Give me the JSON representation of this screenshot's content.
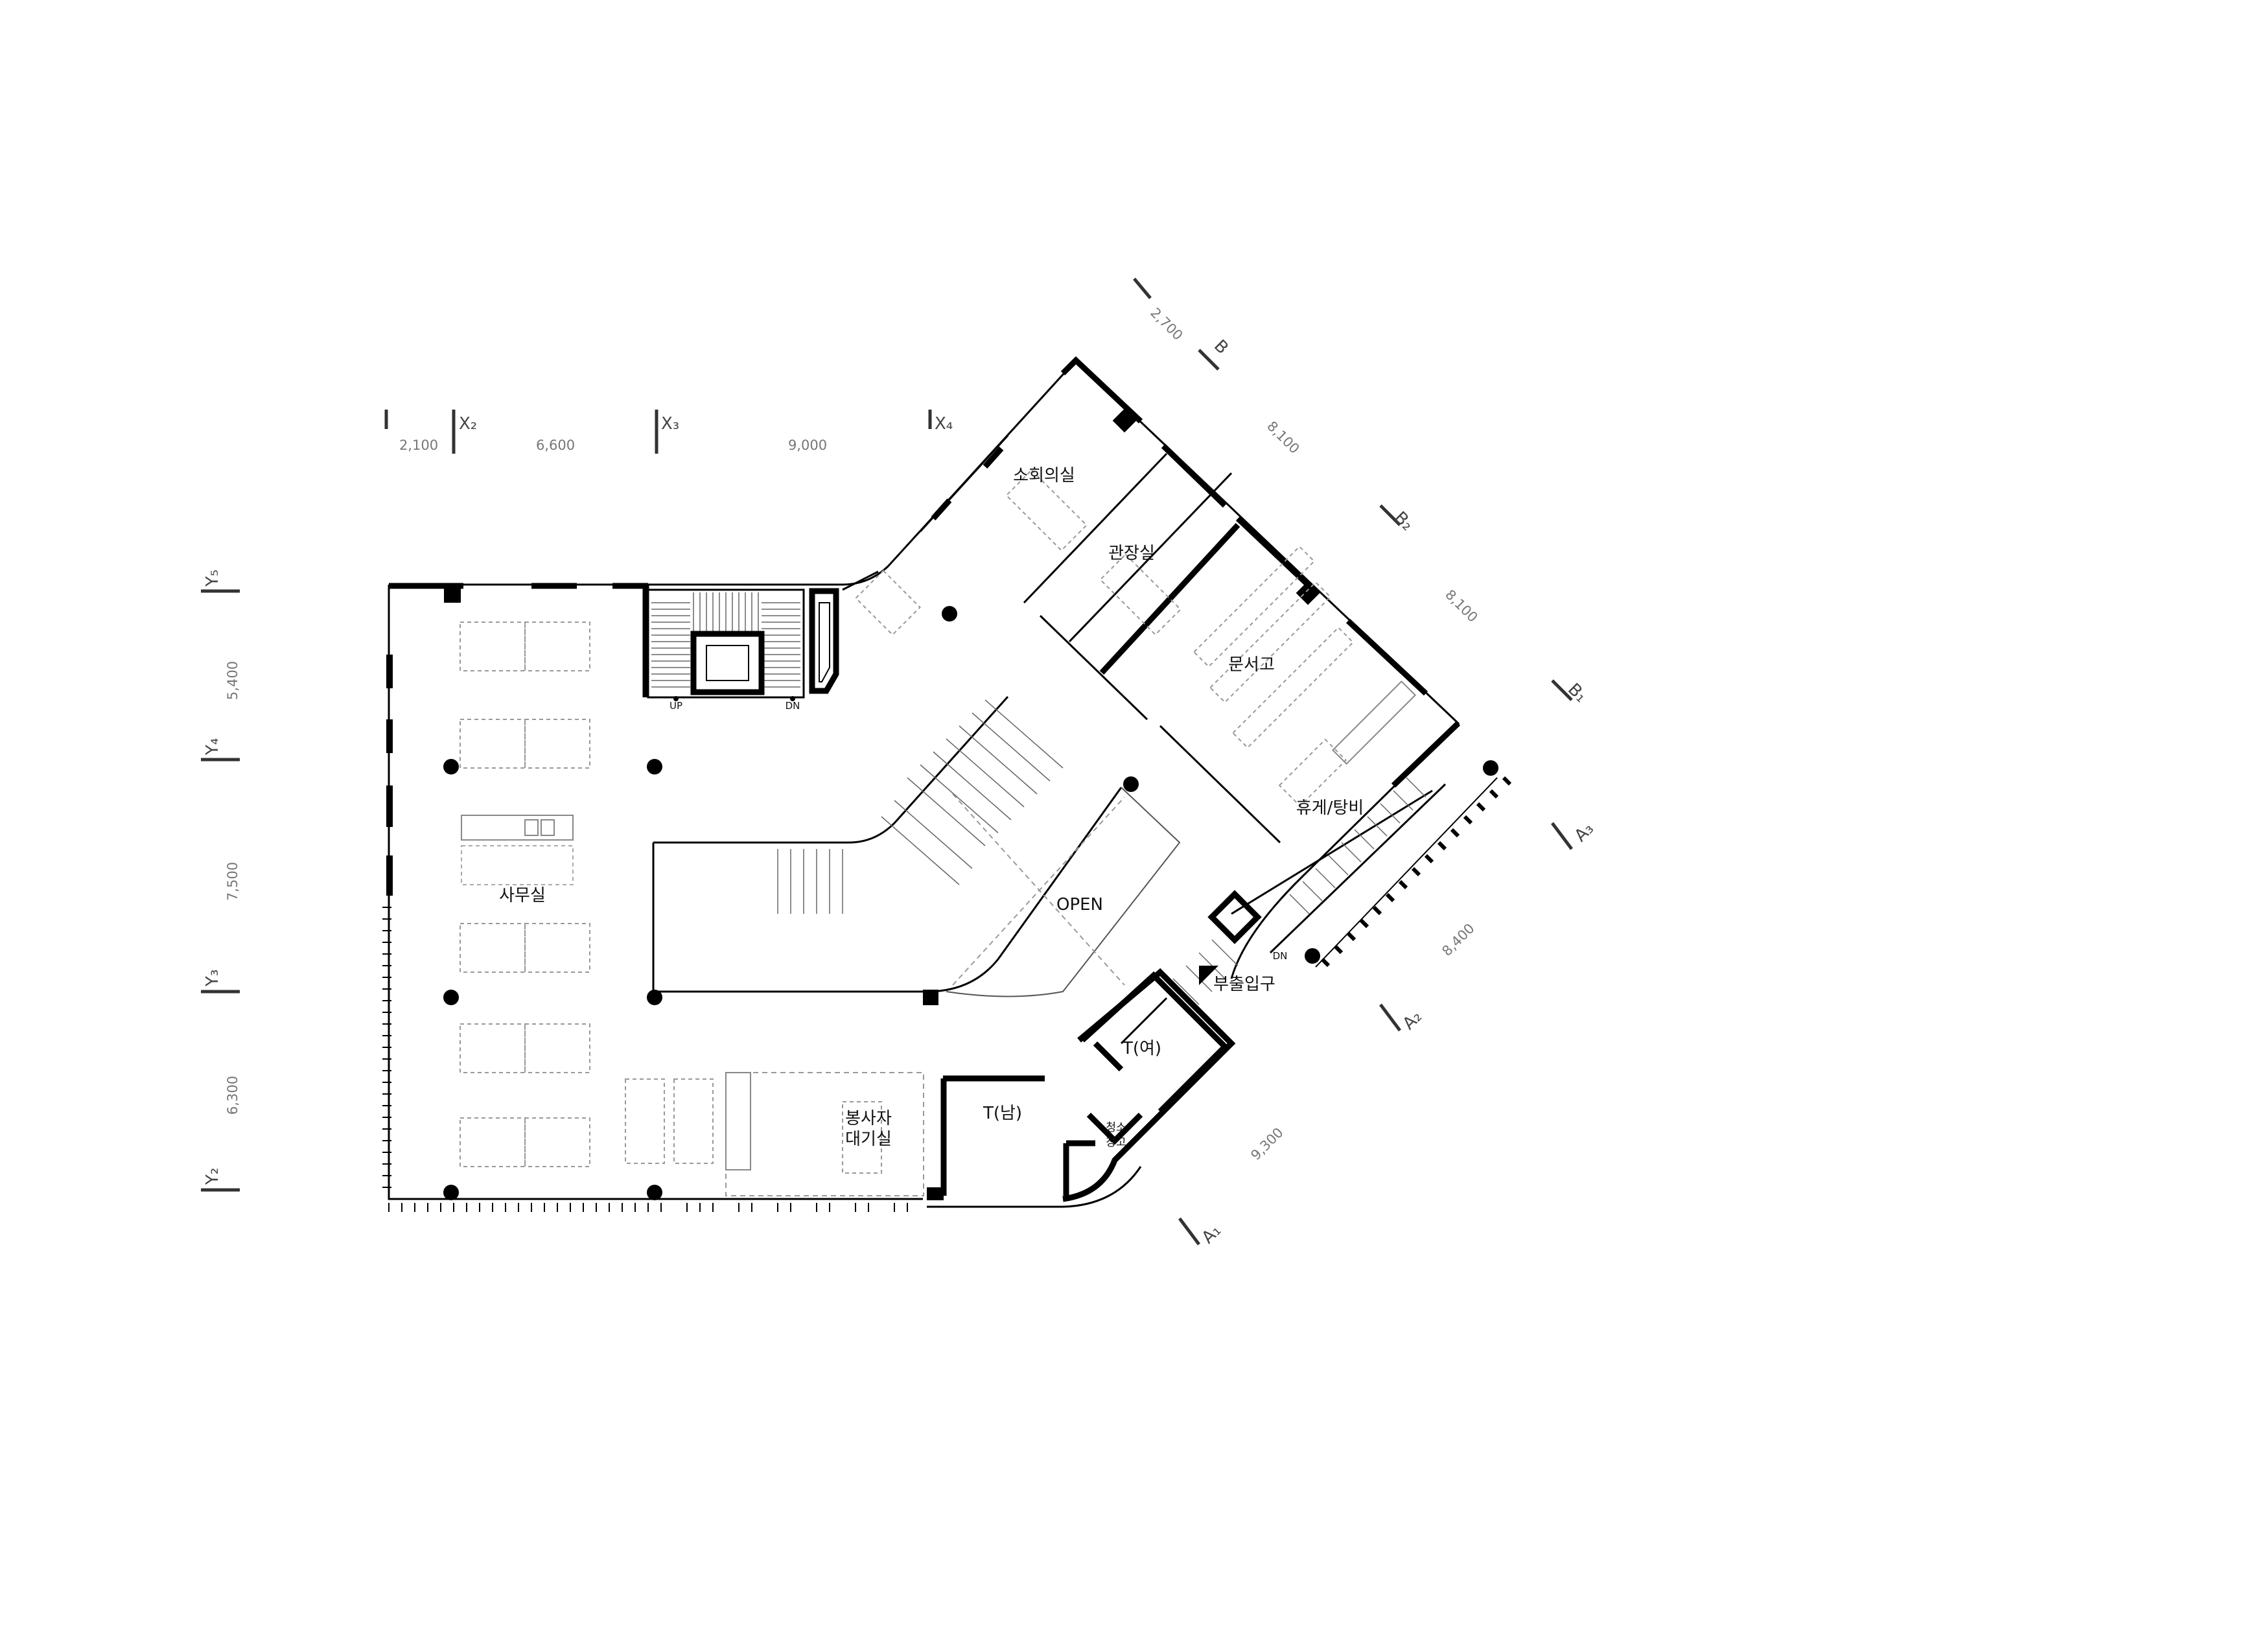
{
  "rooms": {
    "office": "사무실",
    "small_meeting": "소회의실",
    "director": "관장실",
    "archive": "문서고",
    "lounge": "휴게/탕비",
    "open": "OPEN",
    "sub_entrance": "부출입구",
    "toilet_female": "T(여)",
    "toilet_male": "T(남)",
    "volunteer_line1": "봉사자",
    "volunteer_line2": "대기실",
    "cleaning_line1": "청소",
    "cleaning_line2": "창고"
  },
  "stair_marks": {
    "up": "UP",
    "dn_core": "DN",
    "dn_entrance": "DN"
  },
  "dimensions": {
    "x_spans": [
      "2,100",
      "6,600",
      "9,000"
    ],
    "y_spans": [
      "5,400",
      "7,500",
      "6,300"
    ],
    "b_spans": [
      "2,700",
      "8,100",
      "8,100"
    ],
    "a_spans": [
      "8,400",
      "9,300"
    ]
  },
  "grid_labels": {
    "x2": "X₂",
    "x3": "X₃",
    "x4": "X₄",
    "y5": "Y₅",
    "y4": "Y₄",
    "y3": "Y₃",
    "y2": "Y₂",
    "b": "B",
    "b2": "B₂",
    "b1": "B₁",
    "a3": "A₃",
    "a2": "A₂",
    "a1": "A₁"
  }
}
